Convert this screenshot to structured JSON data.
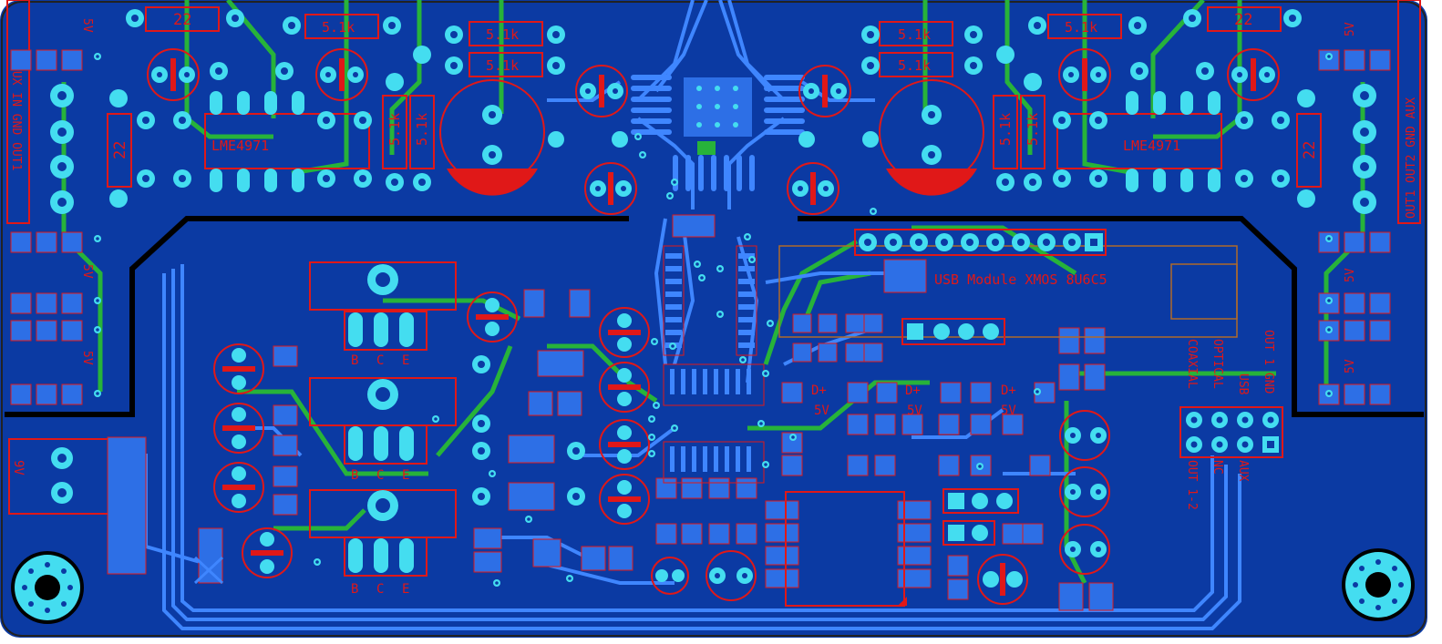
{
  "colors": {
    "board": "#0b3aa3",
    "copper_top": "#2d6fe6",
    "trace_green": "#27b33a",
    "trace_blue": "#3f86ff",
    "silk_red": "#e01818",
    "pad_cyan": "#44ddf0",
    "edge_black": "#000000",
    "outline_orange": "#b06a2a"
  },
  "labels": {
    "r_top_left_22": "22",
    "r_top_right_22": "22",
    "r_left_22": "22",
    "r_right_22": "22",
    "r_51k": "5.1k",
    "v5": "5V",
    "v9": "9V",
    "d_plus": "D+",
    "b": "B",
    "c": "C",
    "e": "E",
    "lme_left": "LME4971",
    "lme_right": "LME4971",
    "usb_module": "USB Module XMOS 8U6C5",
    "aux_left": "AUX IN GND OUT1",
    "aux_right": "OUT1 OUT2 GND AUX",
    "input_coaxial": "COAXIAL",
    "input_optical": "OPTICAL",
    "input_usb": "USB",
    "input_out": "OUT 1 GND",
    "sel_out": "OUT 1-2",
    "sel_nc": "NC",
    "sel_aux": "AUX"
  }
}
